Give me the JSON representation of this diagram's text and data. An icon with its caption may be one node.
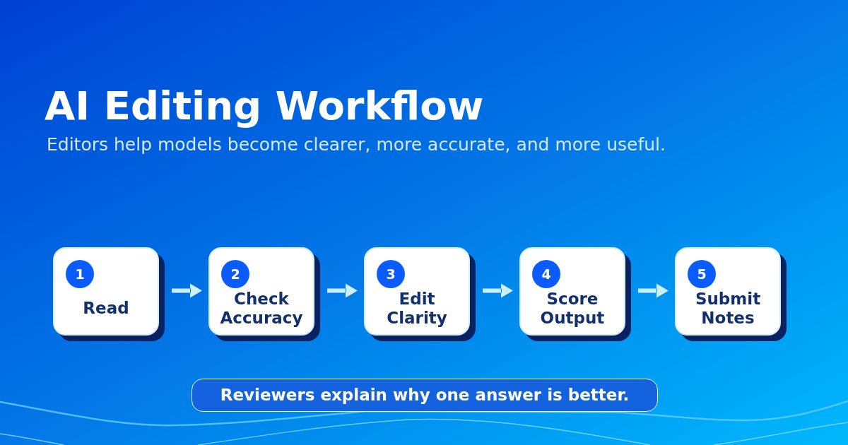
{
  "diagram": {
    "title": "AI Editing Workflow",
    "nodes": [
      {
        "text": [
          "1",
          "Read"
        ]
      },
      {
        "text": [
          "2",
          "Check Accuracy"
        ]
      },
      {
        "text": [
          "3",
          "Edit Clarity"
        ]
      },
      {
        "text": [
          "4",
          "Score Output"
        ]
      },
      {
        "text": [
          "5",
          "Submit Notes"
        ]
      },
      {
        "text": [
          "Reviewers explain why one answer is better."
        ]
      }
    ],
    "edges": [
      {
        "from": 0,
        "to": 1,
        "arrow": "to"
      },
      {
        "from": 1,
        "to": 2,
        "arrow": "to"
      },
      {
        "from": 2,
        "to": 3,
        "arrow": "to"
      },
      {
        "from": 3,
        "to": 4,
        "arrow": "to"
      }
    ],
    "labels": [
      "Editors help models become clearer, more accurate, and more useful."
    ]
  }
}
